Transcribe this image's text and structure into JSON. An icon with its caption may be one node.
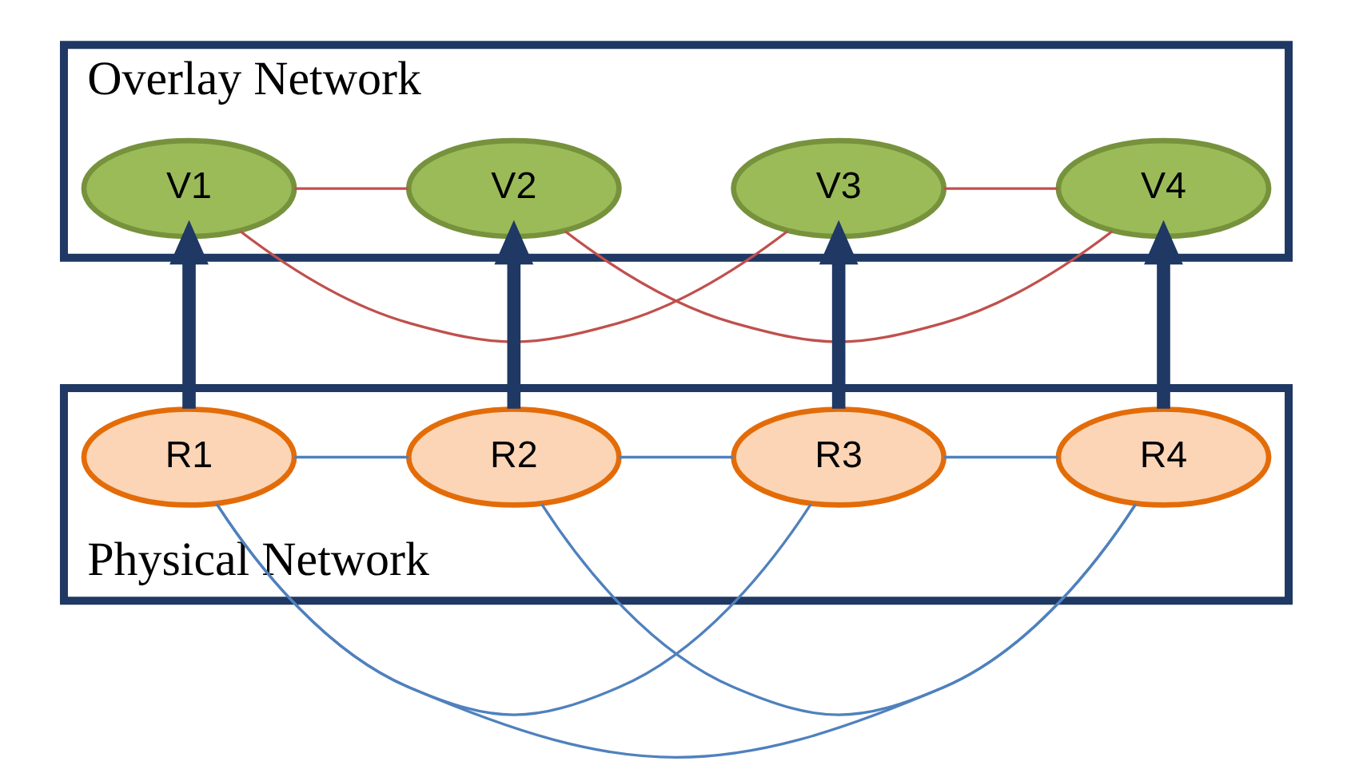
{
  "diagram": {
    "nodes": [
      {
        "text": [
          "Overlay Network"
        ]
      },
      {
        "text": [
          "V1"
        ],
        "in": 0
      },
      {
        "text": [
          "V2"
        ],
        "in": 0
      },
      {
        "text": [
          "V3"
        ],
        "in": 0
      },
      {
        "text": [
          "V4"
        ],
        "in": 0
      },
      {
        "text": [
          "Physical Network"
        ]
      },
      {
        "text": [
          "R1"
        ],
        "in": 5
      },
      {
        "text": [
          "R2"
        ],
        "in": 5
      },
      {
        "text": [
          "R3"
        ],
        "in": 5
      },
      {
        "text": [
          "R4"
        ],
        "in": 5
      }
    ],
    "edges": [
      {
        "from": 1,
        "to": 2,
        "arrow": "none",
        "color": "#c0504d"
      },
      {
        "from": 1,
        "to": 3,
        "arrow": "none",
        "color": "#c0504d"
      },
      {
        "from": 2,
        "to": 4,
        "arrow": "none",
        "color": "#c0504d"
      },
      {
        "from": 3,
        "to": 4,
        "arrow": "none",
        "color": "#c0504d"
      },
      {
        "from": 6,
        "to": 7,
        "arrow": "none",
        "color": "#4f81bd"
      },
      {
        "from": 6,
        "to": 9,
        "arrow": "none",
        "color": "#4f81bd"
      },
      {
        "from": 6,
        "to": 8,
        "arrow": "none",
        "color": "#4f81bd"
      },
      {
        "from": 8,
        "to": 7,
        "arrow": "none",
        "color": "#4f81bd"
      },
      {
        "from": 8,
        "to": 9,
        "arrow": "none",
        "color": "#4f81bd"
      },
      {
        "from": 7,
        "to": 9,
        "arrow": "none",
        "color": "#4f81bd"
      },
      {
        "from": 6,
        "to": 1,
        "arrow": "to",
        "style": "thick",
        "color": "#1f3864"
      },
      {
        "from": 8,
        "to": 3,
        "arrow": "to",
        "style": "thick",
        "color": "#1f3864"
      },
      {
        "from": 7,
        "to": 2,
        "arrow": "to",
        "style": "thick",
        "color": "#1f3864"
      },
      {
        "from": 9,
        "to": 4,
        "arrow": "to",
        "style": "thick",
        "color": "#1f3864"
      }
    ]
  }
}
